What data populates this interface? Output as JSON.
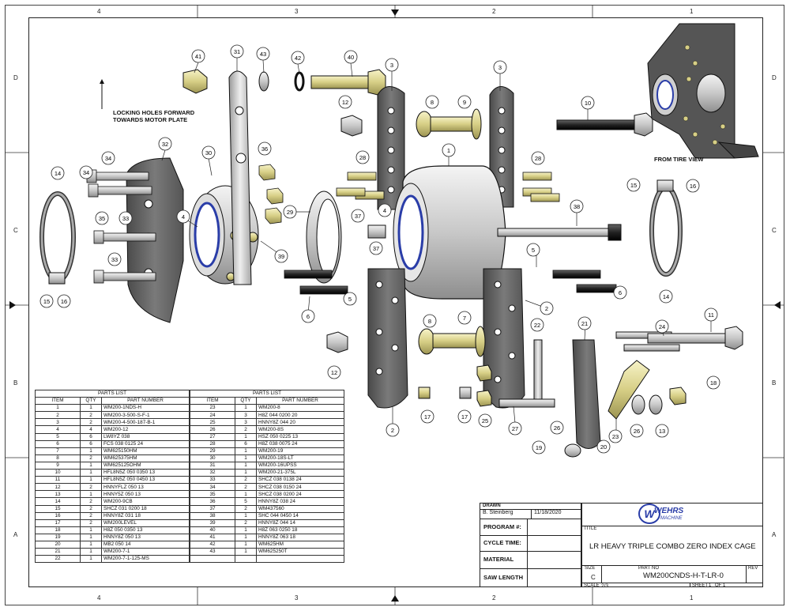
{
  "border": {
    "top_zones": [
      "4",
      "3",
      "2",
      "1"
    ],
    "bottom_zones": [
      "4",
      "3",
      "2",
      "1"
    ],
    "left_zones": [
      "D",
      "C",
      "B",
      "A"
    ],
    "right_zones": [
      "D",
      "C",
      "B",
      "A"
    ]
  },
  "notes": {
    "locking_line1": "LOCKING HOLES FORWARD",
    "locking_line2": "TOWARDS MOTOR PLATE",
    "from_tire_view": "FROM TIRE VIEW"
  },
  "parts_list": {
    "title_left": "PARTS LIST",
    "title_right": "PARTS LIST",
    "headers": [
      "ITEM",
      "QTY",
      "PART NUMBER"
    ],
    "left_rows": [
      [
        "1",
        "1",
        "WM200-1NDS-H"
      ],
      [
        "2",
        "2",
        "WM200-3-500-S-F-1"
      ],
      [
        "3",
        "2",
        "WM200-4-500-187-B-1"
      ],
      [
        "4",
        "4",
        "WM200-12"
      ],
      [
        "5",
        "6",
        "LW8YZ 038"
      ],
      [
        "6",
        "6",
        "FCS 038 0125 24"
      ],
      [
        "7",
        "1",
        "WM625150HM"
      ],
      [
        "8",
        "2",
        "WM625375HM"
      ],
      [
        "9",
        "1",
        "WM625125OHM"
      ],
      [
        "10",
        "1",
        "HFL8N5Z 050 0350 13"
      ],
      [
        "11",
        "1",
        "HFL8N5Z 050 0450 13"
      ],
      [
        "12",
        "2",
        "HNNYFLZ 050 13"
      ],
      [
        "13",
        "1",
        "HNNY5Z 050 13"
      ],
      [
        "14",
        "2",
        "WM200-9CB"
      ],
      [
        "15",
        "2",
        "SHCZ 031 0200 18"
      ],
      [
        "16",
        "2",
        "HNNY8Z 031 18"
      ],
      [
        "17",
        "2",
        "WM200LEVEL"
      ],
      [
        "18",
        "1",
        "H8Z 050 0350 13"
      ],
      [
        "19",
        "1",
        "HNNY8Z 050 13"
      ],
      [
        "20",
        "1",
        "MB2 050 14"
      ],
      [
        "21",
        "1",
        "WM200-7-1"
      ],
      [
        "22",
        "1",
        "WM200-7-1-125-MS"
      ]
    ],
    "right_rows": [
      [
        "23",
        "1",
        "WM200-8"
      ],
      [
        "24",
        "3",
        "H8Z 044 0200 20"
      ],
      [
        "25",
        "3",
        "HNNY8Z 044 20"
      ],
      [
        "26",
        "2",
        "WM200-8S"
      ],
      [
        "27",
        "1",
        "HSZ 050 0225 13"
      ],
      [
        "28",
        "6",
        "H8Z 038 0075 24"
      ],
      [
        "29",
        "1",
        "WM200-19"
      ],
      [
        "30",
        "1",
        "WM200-18S-LT"
      ],
      [
        "31",
        "1",
        "WM200-16UPSS"
      ],
      [
        "32",
        "1",
        "WM200-21-375L"
      ],
      [
        "33",
        "2",
        "SHCZ 038 0138 24"
      ],
      [
        "34",
        "2",
        "SHCZ 038 0150 24"
      ],
      [
        "35",
        "1",
        "SHCZ 038 0200 24"
      ],
      [
        "36",
        "5",
        "HNNY8Z 038 24"
      ],
      [
        "37",
        "2",
        "WM437560"
      ],
      [
        "38",
        "1",
        "SHC 044 0450 14"
      ],
      [
        "39",
        "2",
        "HNNY8Z 044 14"
      ],
      [
        "40",
        "1",
        "H8Z 063 0250 18"
      ],
      [
        "41",
        "1",
        "HNNY8Z 063 18"
      ],
      [
        "42",
        "1",
        "WM625HM"
      ],
      [
        "43",
        "1",
        "WM625250T"
      ],
      [
        "",
        "",
        " "
      ]
    ]
  },
  "title_block": {
    "drawn_label": "DRAWN",
    "drawn_by": "B. Steinberg",
    "drawn_date": "11/18/2020",
    "program_label": "PROGRAM #:",
    "cycle_label": "CYCLE TIME:",
    "material_label": "MATERIAL",
    "saw_label": "SAW LENGTH",
    "title_label": "TITLE",
    "title": "LR HEAVY TRIPLE COMBO ZERO INDEX CAGE",
    "size_label": "SIZE",
    "size": "C",
    "partno_label": "PART NO",
    "partno": "WM200CNDS-H-T-LR-0",
    "rev_label": "REV",
    "scale_label": "SCALE",
    "scale": "2/3",
    "sheet_label": "SHEET",
    "sheet": "1",
    "of_label": "OF",
    "of": "1",
    "logo_text": "WEHRS",
    "logo_sub": "MACHINE"
  },
  "balloons": [
    "41",
    "31",
    "43",
    "42",
    "40",
    "3",
    "3",
    "12",
    "8",
    "9",
    "10",
    "1",
    "32",
    "30",
    "36",
    "34",
    "34",
    "14",
    "35",
    "33",
    "33",
    "4",
    "29",
    "39",
    "37",
    "37",
    "28",
    "28",
    "4",
    "38",
    "15",
    "16",
    "15",
    "16",
    "14",
    "5",
    "5",
    "6",
    "6",
    "2",
    "2",
    "8",
    "7",
    "22",
    "21",
    "24",
    "11",
    "12",
    "17",
    "17",
    "25",
    "27",
    "26",
    "23",
    "26",
    "13",
    "18",
    "20",
    "19"
  ]
}
